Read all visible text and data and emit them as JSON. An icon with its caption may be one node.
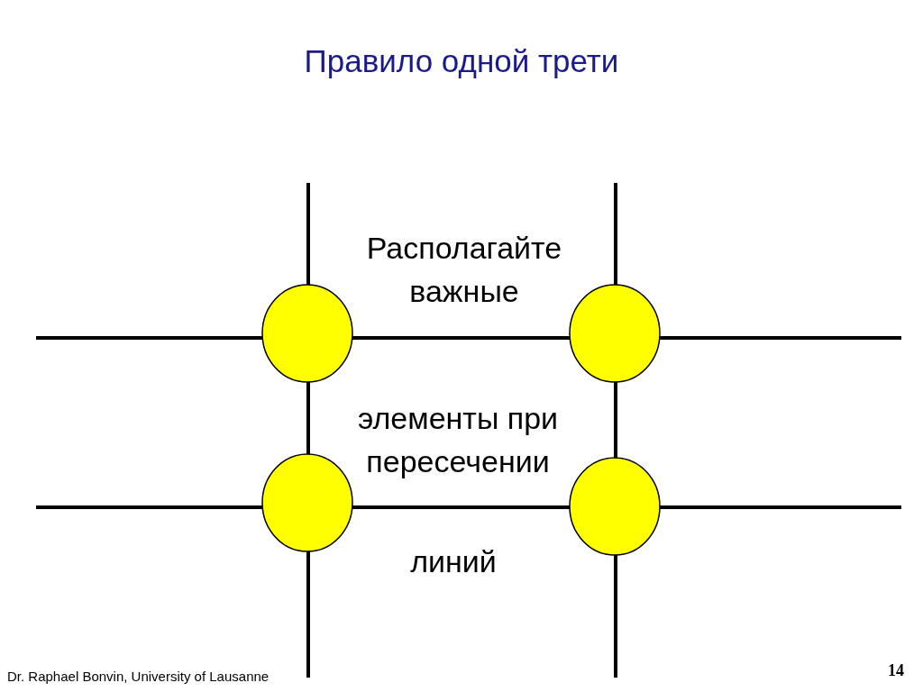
{
  "diagram": {
    "title": "Правило одной трети",
    "nodes": [
      {
        "text": [],
        "shape": "circle"
      },
      {
        "text": [],
        "shape": "circle"
      },
      {
        "text": [],
        "shape": "circle"
      },
      {
        "text": [],
        "shape": "circle"
      }
    ],
    "labels": [
      "Располагайте важные",
      "элементы при пересечении",
      "линий",
      "Dr. Raphael Bonvin, University of Lausanne",
      "14"
    ]
  }
}
